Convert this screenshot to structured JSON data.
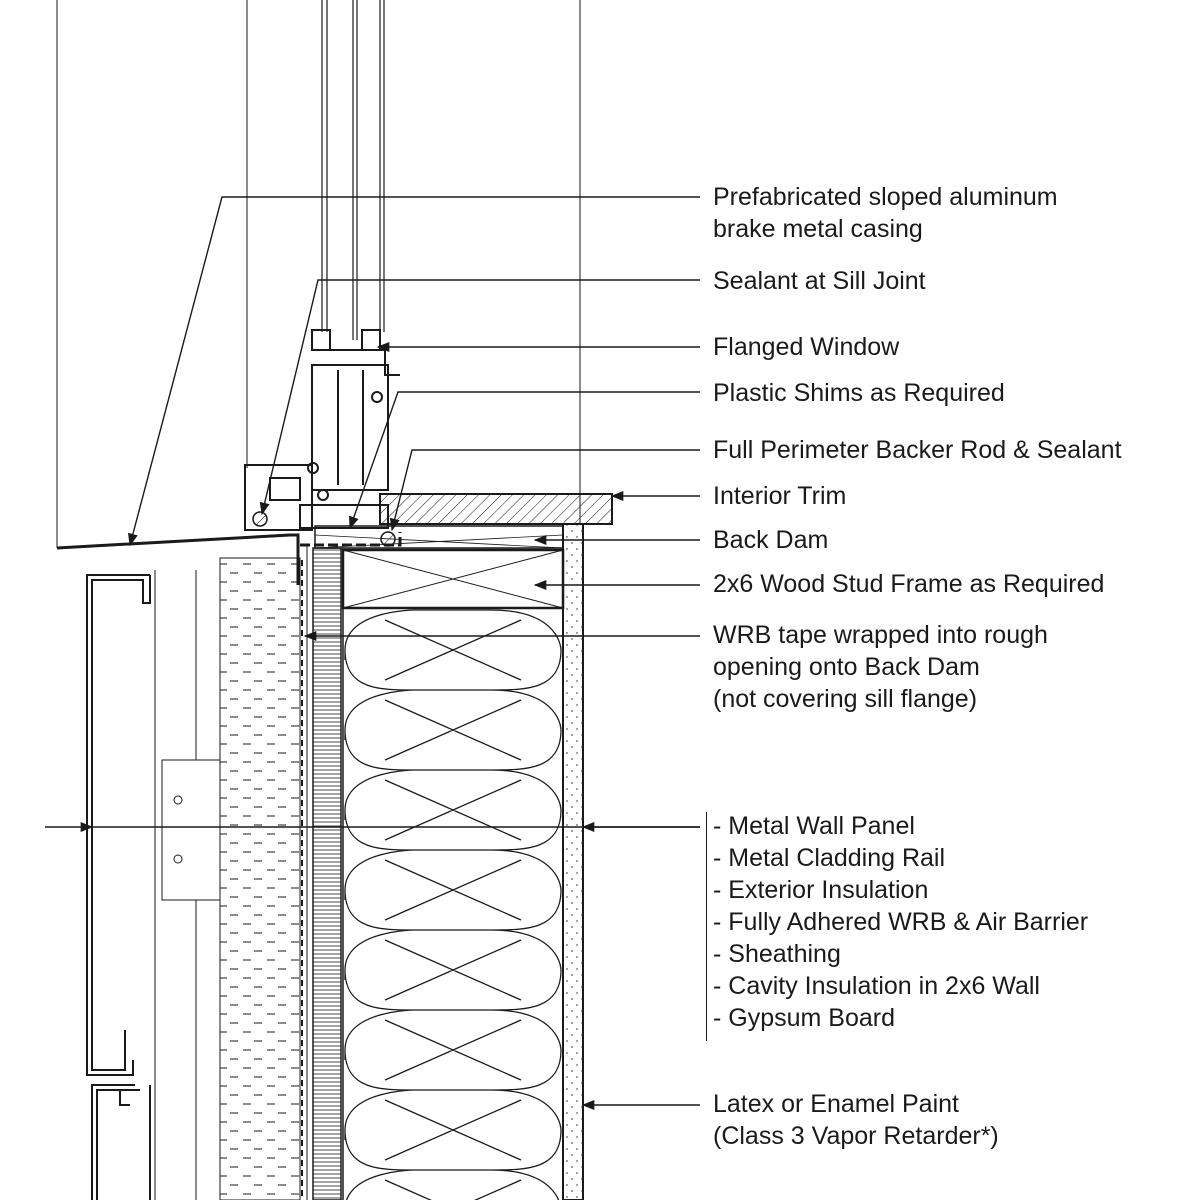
{
  "callouts": {
    "casing": [
      "Prefabricated sloped aluminum",
      "brake metal casing"
    ],
    "sealant_sill": [
      "Sealant at Sill Joint"
    ],
    "flanged_window": [
      "Flanged Window"
    ],
    "shims": [
      "Plastic Shims as Required"
    ],
    "backer_rod": [
      "Full Perimeter Backer Rod & Sealant"
    ],
    "interior_trim": [
      "Interior Trim"
    ],
    "back_dam": [
      "Back Dam"
    ],
    "stud_frame": [
      "2x6 Wood Stud Frame as Required"
    ],
    "wrb_tape": [
      "WRB tape wrapped into rough",
      "opening onto Back Dam",
      "(not covering sill flange)"
    ],
    "wall_assembly": [
      "- Metal Wall Panel",
      "- Metal Cladding Rail",
      "- Exterior Insulation",
      "- Fully Adhered WRB & Air Barrier",
      "- Sheathing",
      "- Cavity Insulation in 2x6 Wall",
      "- Gypsum Board"
    ],
    "paint": [
      "Latex or Enamel Paint",
      "(Class 3 Vapor Retarder*)"
    ]
  },
  "colors": {
    "ink": "#1a1a1a",
    "paper": "#ffffff"
  }
}
